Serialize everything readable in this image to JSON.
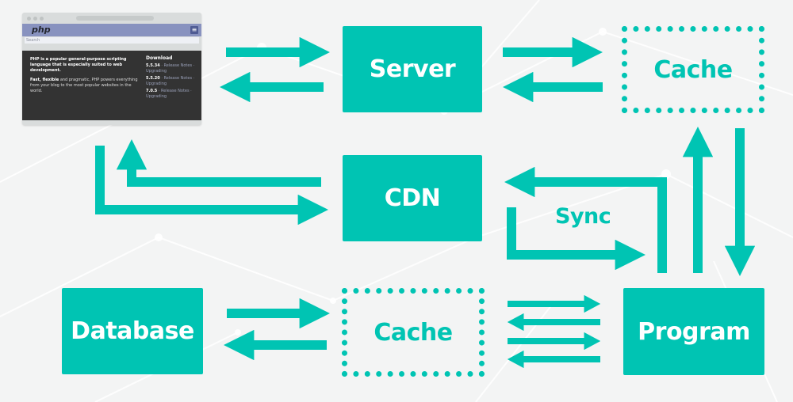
{
  "nodes": {
    "server": "Server",
    "cache_top": "Cache",
    "cdn": "CDN",
    "database": "Database",
    "cache_bottom": "Cache",
    "program": "Program"
  },
  "labels": {
    "sync": "Sync"
  },
  "browser": {
    "logo": "php",
    "search_placeholder": "Search",
    "intro_bold": "PHP is a popular general-purpose scripting language that is especially suited to web development.",
    "intro_2_bold": "Fast, flexible",
    "intro_2_rest": " and pragmatic, PHP powers everything from your blog to the most popular websites in the world.",
    "download_heading": "Download",
    "downloads": [
      {
        "version": "5.5.34",
        "notes": "· Release Notes ·",
        "upgrading": "Upgrading"
      },
      {
        "version": "5.5.20",
        "notes": "· Release Notes ·",
        "upgrading": "Upgrading"
      },
      {
        "version": "7.0.5",
        "notes": "· Release Notes ·",
        "upgrading": "Upgrading"
      }
    ]
  },
  "colors": {
    "accent": "#00c4b3",
    "background": "#f3f4f4",
    "php_bar": "#8892bf",
    "php_content": "#333333"
  },
  "icons": {
    "menu": "hamburger-menu-icon"
  }
}
